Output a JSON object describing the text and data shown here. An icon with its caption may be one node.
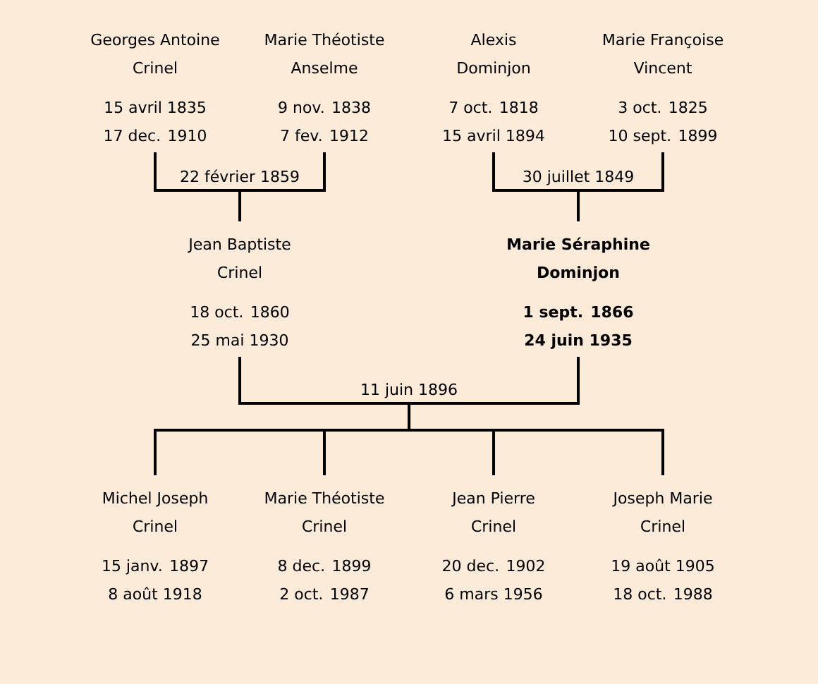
{
  "diagram": {
    "nodes": [
      {
        "text": [
          "Georges Antoine Crinel",
          "15 avril 1835",
          "17 dec. 1910"
        ]
      },
      {
        "text": [
          "Marie Théotiste Anselme",
          "9 nov. 1838",
          "7 fev. 1912"
        ]
      },
      {
        "text": [
          "Alexis Dominjon",
          "7 oct. 1818",
          "15 avril 1894"
        ]
      },
      {
        "text": [
          "Marie Françoise Vincent",
          "3 oct. 1825",
          "10 sept. 1899"
        ]
      },
      {
        "text": [
          "Jean Baptiste Crinel",
          "18 oct. 1860",
          "25 mai 1930"
        ]
      },
      {
        "text": [
          "Marie Séraphine Dominjon",
          "1 sept. 1866",
          "24 juin 1935"
        ]
      },
      {
        "text": [
          "Michel Joseph Crinel",
          "15 janv. 1897",
          "8 août 1918"
        ]
      },
      {
        "text": [
          "Marie Théotiste Crinel",
          "8 dec. 1899",
          "2 oct. 1987"
        ]
      },
      {
        "text": [
          "Jean Pierre Crinel",
          "20 dec. 1902",
          "6 mars 1956"
        ]
      },
      {
        "text": [
          "Joseph Marie Crinel",
          "19 août 1905",
          "18 oct. 1988"
        ]
      }
    ],
    "edges": [
      {
        "from": 0,
        "to": 4,
        "arrow": "none",
        "label": "22 février 1859"
      },
      {
        "from": 1,
        "to": 4,
        "arrow": "none"
      },
      {
        "from": 2,
        "to": 5,
        "arrow": "none",
        "label": "30 juillet 1849"
      },
      {
        "from": 3,
        "to": 5,
        "arrow": "none"
      },
      {
        "from": 4,
        "to": 6,
        "arrow": "none",
        "label": "11 juin 1896"
      },
      {
        "from": 4,
        "to": 7,
        "arrow": "none"
      },
      {
        "from": 4,
        "to": 8,
        "arrow": "none"
      },
      {
        "from": 4,
        "to": 9,
        "arrow": "none"
      },
      {
        "from": 5,
        "to": 6,
        "arrow": "none"
      },
      {
        "from": 5,
        "to": 7,
        "arrow": "none"
      },
      {
        "from": 5,
        "to": 8,
        "arrow": "none"
      },
      {
        "from": 5,
        "to": 9,
        "arrow": "none"
      }
    ]
  }
}
